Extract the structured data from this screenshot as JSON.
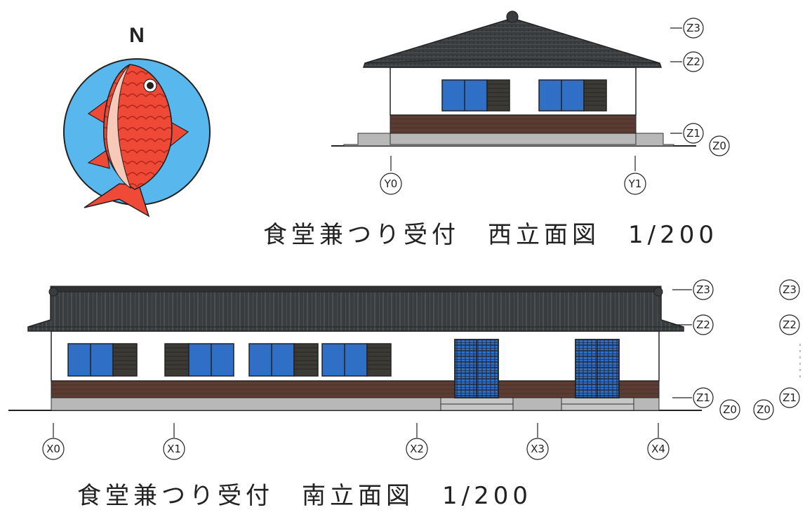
{
  "north_label": "N",
  "west": {
    "title": "食堂兼つり受付　西立面図　1/200",
    "levels": [
      "Z3",
      "Z2",
      "Z1",
      "Z0"
    ],
    "grid": [
      "Y0",
      "Y1"
    ]
  },
  "south": {
    "title": "食堂兼つり受付　南立面図　1/200",
    "levels": [
      "Z3",
      "Z2",
      "Z1",
      "Z0"
    ],
    "grid": [
      "X0",
      "X1",
      "X2",
      "X3",
      "X4"
    ]
  },
  "partial_east": {
    "levels": [
      "Z3",
      "Z2",
      "Z1",
      "Z0"
    ]
  },
  "colors": {
    "roof": "#3a3d3f",
    "wall": "#ffffff",
    "base": "#5a3c33",
    "foundation": "#b8b8b8",
    "glass": "#2f6fc6",
    "shutter": "#3c3a35",
    "compass": "#58b8ee",
    "fish": "#ef4a37"
  }
}
